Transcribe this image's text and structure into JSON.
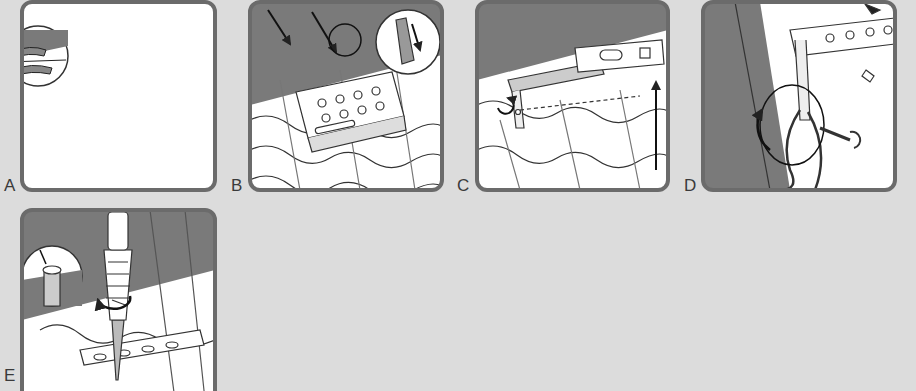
{
  "diagram": {
    "labels": [
      "A",
      "B",
      "C",
      "D",
      "E"
    ]
  }
}
